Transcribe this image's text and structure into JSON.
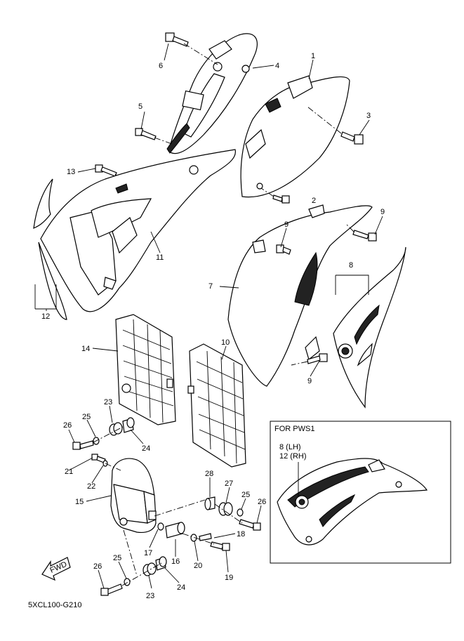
{
  "diagram_code": "5XCL100-G210",
  "fwd_label": "FWD",
  "inset": {
    "title": "FOR PWS1",
    "line1": "8  (LH)",
    "line2": "12 (RH)"
  },
  "callouts": {
    "c1": "1",
    "c2": "2",
    "c3": "3",
    "c4": "4",
    "c5": "5",
    "c6": "6",
    "c7": "7",
    "c8": "8",
    "c9a": "9",
    "c9b": "9",
    "c9c": "9",
    "c10": "10",
    "c11": "11",
    "c12": "12",
    "c13": "13",
    "c14": "14",
    "c15": "15",
    "c16": "16",
    "c17": "17",
    "c18": "18",
    "c19": "19",
    "c20": "20",
    "c21": "21",
    "c22": "22",
    "c23a": "23",
    "c23b": "23",
    "c24a": "24",
    "c24b": "24",
    "c25a": "25",
    "c25b": "25",
    "c25c": "25",
    "c26a": "26",
    "c26b": "26",
    "c26c": "26",
    "c27": "27",
    "c28": "28"
  }
}
